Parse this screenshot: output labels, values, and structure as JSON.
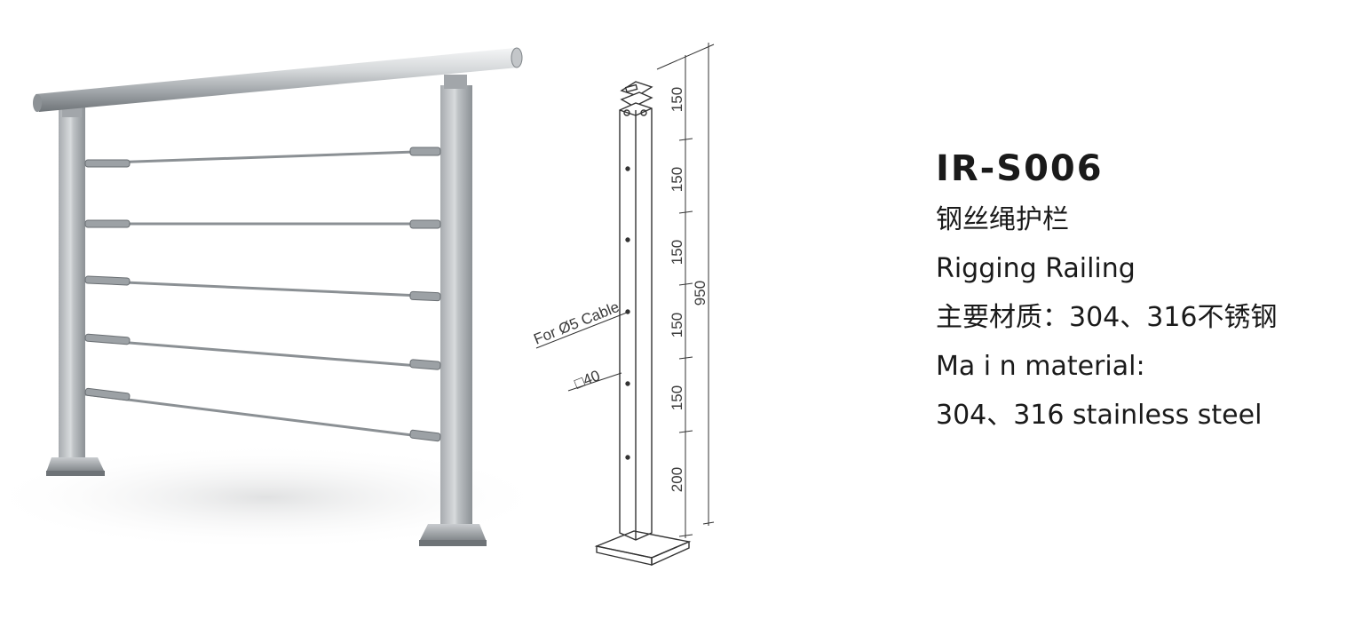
{
  "product": {
    "model": "IR-S006",
    "name_cn": "钢丝绳护栏",
    "name_en": "Rigging Railing",
    "material_cn": "主要材质：304、316不锈钢",
    "material_en_label": "Ma i n material:",
    "material_en_value": "304、316 stainless steel"
  },
  "drawing": {
    "cable_label": "For Ø5 Cable",
    "post_size": "□40",
    "segments": [
      "150",
      "150",
      "150",
      "150",
      "150",
      "200"
    ],
    "total_height": "950"
  },
  "colors": {
    "steel_light": "#e4e6e8",
    "steel_mid": "#b4b8bc",
    "steel_dark": "#7d8286",
    "line": "#333333"
  },
  "icons": [
    "railing-render-image",
    "post-drawing-image"
  ]
}
